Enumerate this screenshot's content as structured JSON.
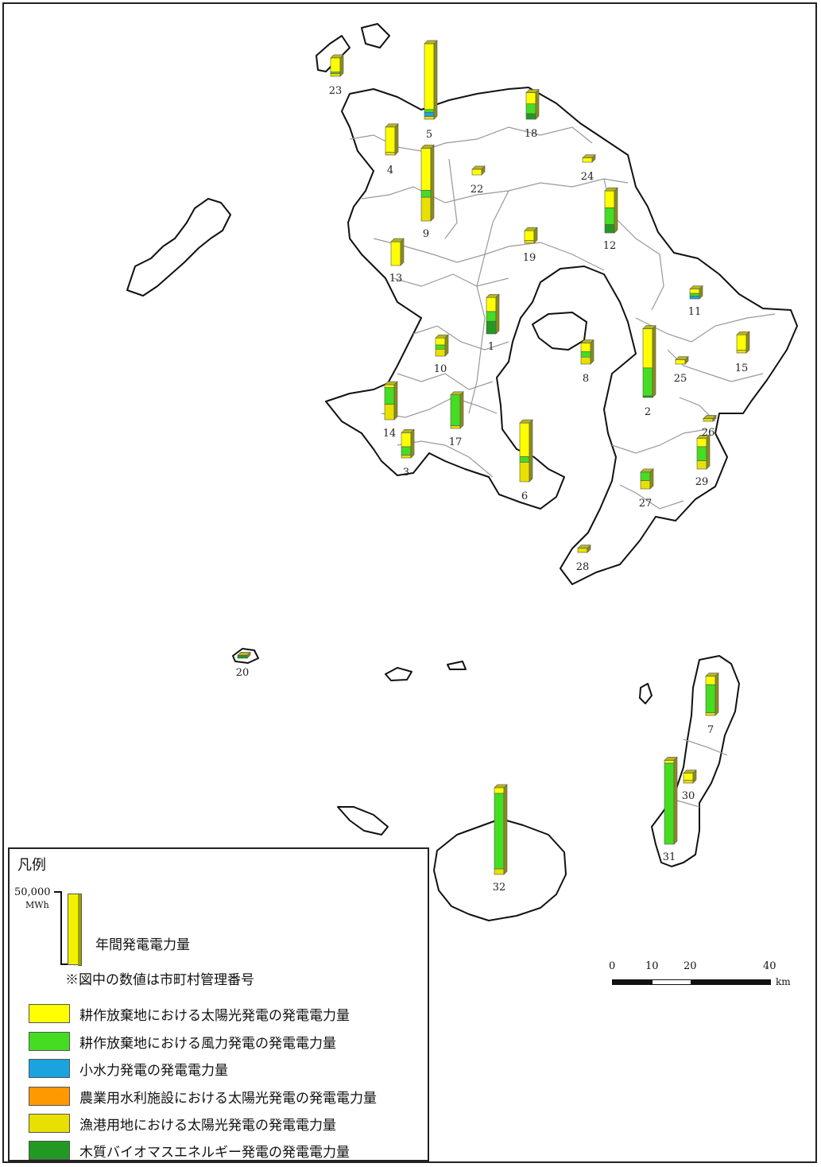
{
  "legend": {
    "title": "凡例",
    "scale_value": "50,000",
    "scale_unit": "MWh",
    "sample_label": "年間発電電力量",
    "note": "※図中の数値は市町村管理番号",
    "items": [
      {
        "label": "耕作放棄地における太陽光発電の発電電力量",
        "color": "#ffff00"
      },
      {
        "label": "耕作放棄地における風力発電の発電電力量",
        "color": "#44dd22"
      },
      {
        "label": "小水力発電の発電電力量",
        "color": "#1ba3e0"
      },
      {
        "label": "農業用水利施設における太陽光発電の発電電力量",
        "color": "#ff9900"
      },
      {
        "label": "漁港用地における太陽光発電の発電電力量",
        "color": "#e8e000"
      },
      {
        "label": "木質バイオマスエネルギー発電の発電電力量",
        "color": "#229922"
      }
    ]
  },
  "scale_bar": {
    "ticks": [
      "0",
      "10",
      "20",
      "40"
    ],
    "unit": "km"
  },
  "municipalities": [
    {
      "id": "1",
      "solar": 10000,
      "wind": 7000,
      "hydro": 0,
      "fishport": 0,
      "biomass": 9000
    },
    {
      "id": "2",
      "solar": 28000,
      "wind": 20000,
      "hydro": 0,
      "fishport": 0,
      "biomass": 500
    },
    {
      "id": "3",
      "solar": 10000,
      "wind": 6000,
      "hydro": 0,
      "fishport": 2000,
      "biomass": 0
    },
    {
      "id": "4",
      "solar": 18000,
      "wind": 0,
      "hydro": 0,
      "fishport": 2000,
      "biomass": 0
    },
    {
      "id": "5",
      "solar": 47000,
      "wind": 2000,
      "hydro": 3000,
      "fishport": 2000,
      "biomass": 0
    },
    {
      "id": "6",
      "solar": 24000,
      "wind": 4000,
      "hydro": 0,
      "fishport": 14000,
      "biomass": 0
    },
    {
      "id": "7",
      "solar": 6000,
      "wind": 20000,
      "hydro": 0,
      "fishport": 2000,
      "biomass": 0
    },
    {
      "id": "8",
      "solar": 6000,
      "wind": 4000,
      "hydro": 0,
      "fishport": 5000,
      "biomass": 0
    },
    {
      "id": "9",
      "solar": 30000,
      "wind": 5000,
      "hydro": 0,
      "fishport": 17000,
      "biomass": 0
    },
    {
      "id": "10",
      "solar": 5000,
      "wind": 3000,
      "hydro": 0,
      "fishport": 5000,
      "biomass": 0
    },
    {
      "id": "11",
      "solar": 3000,
      "wind": 2000,
      "hydro": 2000,
      "fishport": 0,
      "biomass": 0
    },
    {
      "id": "12",
      "solar": 12000,
      "wind": 12000,
      "hydro": 0,
      "fishport": 0,
      "biomass": 6000
    },
    {
      "id": "13",
      "solar": 17000,
      "wind": 0,
      "hydro": 0,
      "fishport": 0,
      "biomass": 0
    },
    {
      "id": "14",
      "solar": 2000,
      "wind": 12000,
      "hydro": 0,
      "fishport": 11000,
      "biomass": 0
    },
    {
      "id": "15",
      "solar": 11000,
      "wind": 0,
      "hydro": 0,
      "fishport": 2000,
      "biomass": 0
    },
    {
      "id": "17",
      "solar": 0,
      "wind": 22000,
      "hydro": 0,
      "fishport": 2000,
      "biomass": 0
    },
    {
      "id": "18",
      "solar": 8000,
      "wind": 7000,
      "hydro": 0,
      "fishport": 0,
      "biomass": 4000
    },
    {
      "id": "19",
      "solar": 7000,
      "wind": 0,
      "hydro": 0,
      "fishport": 2000,
      "biomass": 0
    },
    {
      "id": "20",
      "solar": 0,
      "wind": 0,
      "hydro": 0,
      "fishport": 0,
      "biomass": 2000
    },
    {
      "id": "22",
      "solar": 4000,
      "wind": 0,
      "hydro": 0,
      "fishport": 0,
      "biomass": 0
    },
    {
      "id": "23",
      "solar": 10000,
      "wind": 1000,
      "hydro": 0,
      "fishport": 2000,
      "biomass": 0
    },
    {
      "id": "24",
      "solar": 3000,
      "wind": 0,
      "hydro": 0,
      "fishport": 0,
      "biomass": 0
    },
    {
      "id": "25",
      "solar": 3000,
      "wind": 0,
      "hydro": 0,
      "fishport": 0,
      "biomass": 0
    },
    {
      "id": "26",
      "solar": 0,
      "wind": 0,
      "hydro": 0,
      "fishport": 2000,
      "biomass": 0
    },
    {
      "id": "27",
      "solar": 0,
      "wind": 6000,
      "hydro": 0,
      "fishport": 6000,
      "biomass": 0
    },
    {
      "id": "28",
      "solar": 0,
      "wind": 0,
      "hydro": 0,
      "fishport": 3000,
      "biomass": 0
    },
    {
      "id": "29",
      "solar": 6000,
      "wind": 10000,
      "hydro": 0,
      "fishport": 6000,
      "biomass": 0
    },
    {
      "id": "30",
      "solar": 5000,
      "wind": 0,
      "hydro": 0,
      "fishport": 2000,
      "biomass": 0
    },
    {
      "id": "31",
      "solar": 2000,
      "wind": 58000,
      "hydro": 0,
      "fishport": 0,
      "biomass": 0
    },
    {
      "id": "32",
      "solar": 4000,
      "wind": 54000,
      "hydro": 0,
      "fishport": 4000,
      "biomass": 0
    }
  ]
}
